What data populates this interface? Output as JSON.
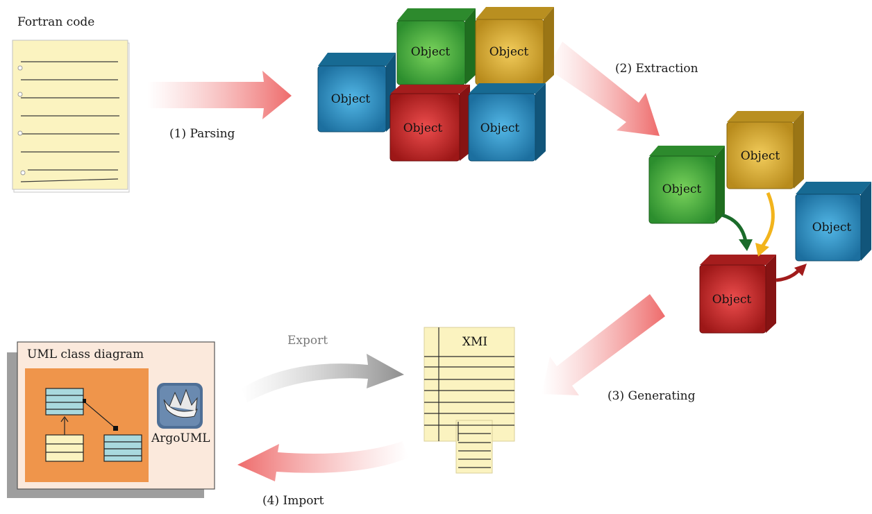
{
  "labels": {
    "fortran_code": "Fortran code",
    "parsing": "(1) Parsing",
    "extraction": "(2) Extraction",
    "generating": "(3) Generating",
    "import": "(4) Import",
    "export": "Export",
    "xmi": "XMI",
    "uml_title": "UML class diagram",
    "argouml": "ArgoUML"
  },
  "objects": {
    "label": "Object"
  },
  "colors": {
    "green": "#3aa43a",
    "yellow": "#d9a92a",
    "blue": "#2b8fc4",
    "red": "#c32a2a",
    "orange": "#ef954b",
    "paper": "#fbf3c0",
    "uml_panel": "#fbe9dc",
    "class_box": "#a9d9de"
  }
}
